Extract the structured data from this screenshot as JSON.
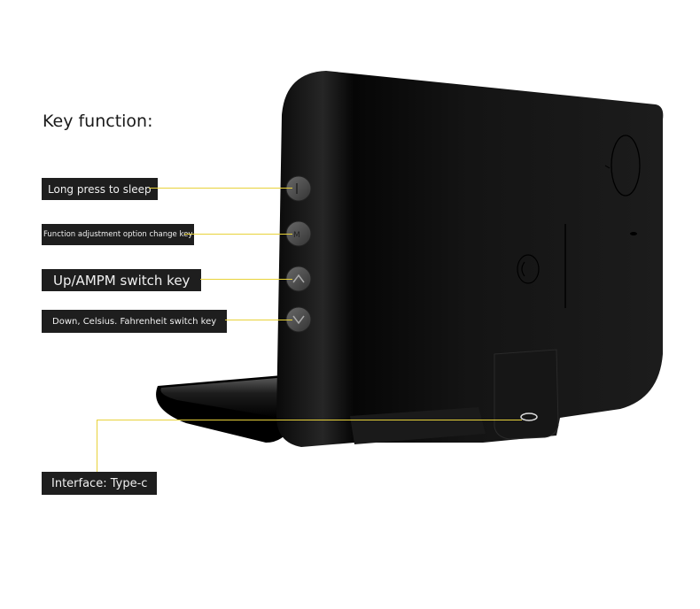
{
  "heading": "Key function:",
  "callouts": [
    {
      "id": "sleep",
      "label": "Long press to sleep",
      "button_glyph": "power"
    },
    {
      "id": "mode",
      "label": "Function adjustment option change key",
      "button_glyph": "M"
    },
    {
      "id": "up",
      "label": "Up/AMPM switch key",
      "button_glyph": "up-arrow"
    },
    {
      "id": "down",
      "label": "Down, Celsius. Fahrenheit switch key",
      "button_glyph": "down-arrow"
    },
    {
      "id": "port",
      "label": "Interface: Type-c",
      "button_glyph": "usb-c-port"
    }
  ],
  "colors": {
    "leader_line": "#e8d23a",
    "label_bg": "#1e1e1e",
    "label_text": "#f0f0f0",
    "device_body": "#141414"
  }
}
